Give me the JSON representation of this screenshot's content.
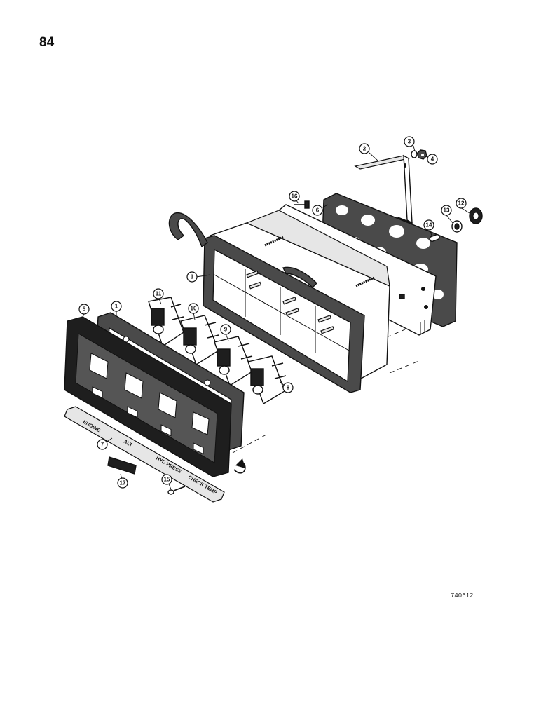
{
  "page": {
    "number": "84",
    "figure_code": "740612"
  },
  "callouts": [
    {
      "id": "2",
      "label": "2"
    },
    {
      "id": "3",
      "label": "3"
    },
    {
      "id": "4",
      "label": "4"
    },
    {
      "id": "16",
      "label": "16"
    },
    {
      "id": "6",
      "label": "6"
    },
    {
      "id": "12",
      "label": "12"
    },
    {
      "id": "13",
      "label": "13"
    },
    {
      "id": "14",
      "label": "14"
    },
    {
      "id": "1a",
      "label": "1"
    },
    {
      "id": "11",
      "label": "11"
    },
    {
      "id": "10",
      "label": "10"
    },
    {
      "id": "9",
      "label": "9"
    },
    {
      "id": "8",
      "label": "8"
    },
    {
      "id": "5",
      "label": "5"
    },
    {
      "id": "1b",
      "label": "1"
    },
    {
      "id": "7",
      "label": "7"
    },
    {
      "id": "17",
      "label": "17"
    },
    {
      "id": "15",
      "label": "15"
    }
  ],
  "decal": {
    "labels": [
      "ENGINE",
      "ALT",
      "HYD PRESS",
      "CHECK TEMP"
    ]
  }
}
